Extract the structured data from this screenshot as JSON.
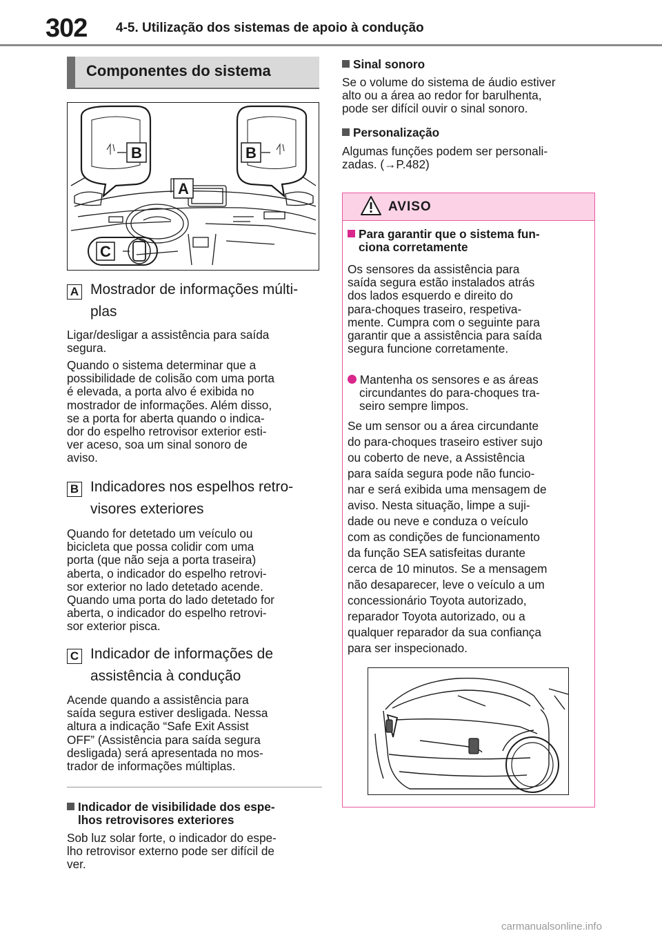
{
  "header": {
    "page_number": "302",
    "chapter_title": "4-5. Utilização dos sistemas de apoio à condução"
  },
  "section": {
    "title": "Componentes do sistema"
  },
  "figure1": {
    "labels": [
      "A",
      "B",
      "B",
      "C"
    ]
  },
  "items": [
    {
      "badge": "A",
      "title_line1": "Mostrador de informações múlti-",
      "title_line2": "plas",
      "paragraphs": [
        [
          "Ligar/desligar a assistência para saída",
          "segura."
        ],
        [
          "Quando o sistema determinar que a",
          "possibilidade de colisão com uma porta",
          "é elevada, a porta alvo é exibida no",
          "mostrador de informações. Além disso,",
          "se a porta for aberta quando o indica-",
          "dor do espelho retrovisor exterior esti-",
          "ver aceso, soa um sinal sonoro de",
          "aviso."
        ]
      ]
    },
    {
      "badge": "B",
      "title_line1": "Indicadores nos espelhos retro-",
      "title_line2": "visores exteriores",
      "paragraphs": [
        [
          "Quando for detetado um veículo ou",
          "bicicleta que possa colidir com uma",
          "porta (que não seja a porta traseira)",
          "aberta, o indicador do espelho retrovi-",
          "sor exterior no lado detetado acende.",
          "Quando uma porta do lado detetado for",
          "aberta, o indicador do espelho retrovi-",
          "sor exterior pisca."
        ]
      ]
    },
    {
      "badge": "C",
      "title_line1": "Indicador de informações de",
      "title_line2": "assistência à condução",
      "paragraphs": [
        [
          "Acende quando a assistência para",
          "saída segura estiver desligada. Nessa",
          "altura a indicação “Safe Exit Assist",
          "OFF” (Assistência para saída segura",
          "desligada) será apresentada no mos-",
          "trador de informações múltiplas."
        ]
      ]
    }
  ],
  "visibility": {
    "heading_line1": "Indicador de visibilidade dos espe-",
    "heading_line2": "lhos retrovisores exteriores",
    "body": [
      "Sob luz solar forte, o indicador do espe-",
      "lho retrovisor externo pode ser difícil de",
      "ver."
    ]
  },
  "right": {
    "sinal_heading": "Sinal sonoro",
    "sinal_body": [
      "Se o volume do sistema de áudio estiver",
      "alto ou a área ao redor for barulhenta,",
      "pode ser difícil ouvir o sinal sonoro."
    ],
    "pers_heading": "Personalização",
    "pers_body_line1": "Algumas funções podem ser personali-",
    "pers_body_line2": "zadas. (→P.482)"
  },
  "warning": {
    "label": "AVISO",
    "heading_line1": "Para garantir que o sistema fun-",
    "heading_line2": "ciona corretamente",
    "body": [
      "Os sensores da assistência para",
      "saída segura estão instalados atrás",
      "dos lados esquerdo e direito do",
      "para-choques traseiro, respetiva-",
      "mente. Cumpra com o seguinte para",
      "garantir que a assistência para saída",
      "segura funcione corretamente."
    ],
    "bullet": [
      "Mantenha os sensores e as áreas",
      "circundantes do para-choques tra-",
      "seiro sempre limpos."
    ],
    "body2": [
      "Se um sensor ou a área circundante",
      "do para-choques traseiro estiver sujo",
      "ou coberto de neve, a Assistência",
      "para saída segura pode não funcio-",
      "nar e será exibida uma mensagem de",
      "aviso. Nesta situação, limpe a suji-",
      "dade ou neve e conduza o veículo",
      "com as condições de funcionamento",
      "da função SEA satisfeitas durante",
      "cerca de 10 minutos. Se a mensagem",
      "não desaparecer, leve o veículo a um",
      "concessionário Toyota autorizado,",
      "reparador Toyota autorizado, ou a",
      "qualquer reparador da sua confiança",
      "para ser inspecionado."
    ]
  },
  "footer": {
    "watermark": "carmanualsonline.info"
  },
  "colors": {
    "warning_accent": "#e9569f",
    "warning_fill": "#fbd2e6",
    "bullet_pink": "#d9278b",
    "header_rule": "#8a8a8a"
  }
}
